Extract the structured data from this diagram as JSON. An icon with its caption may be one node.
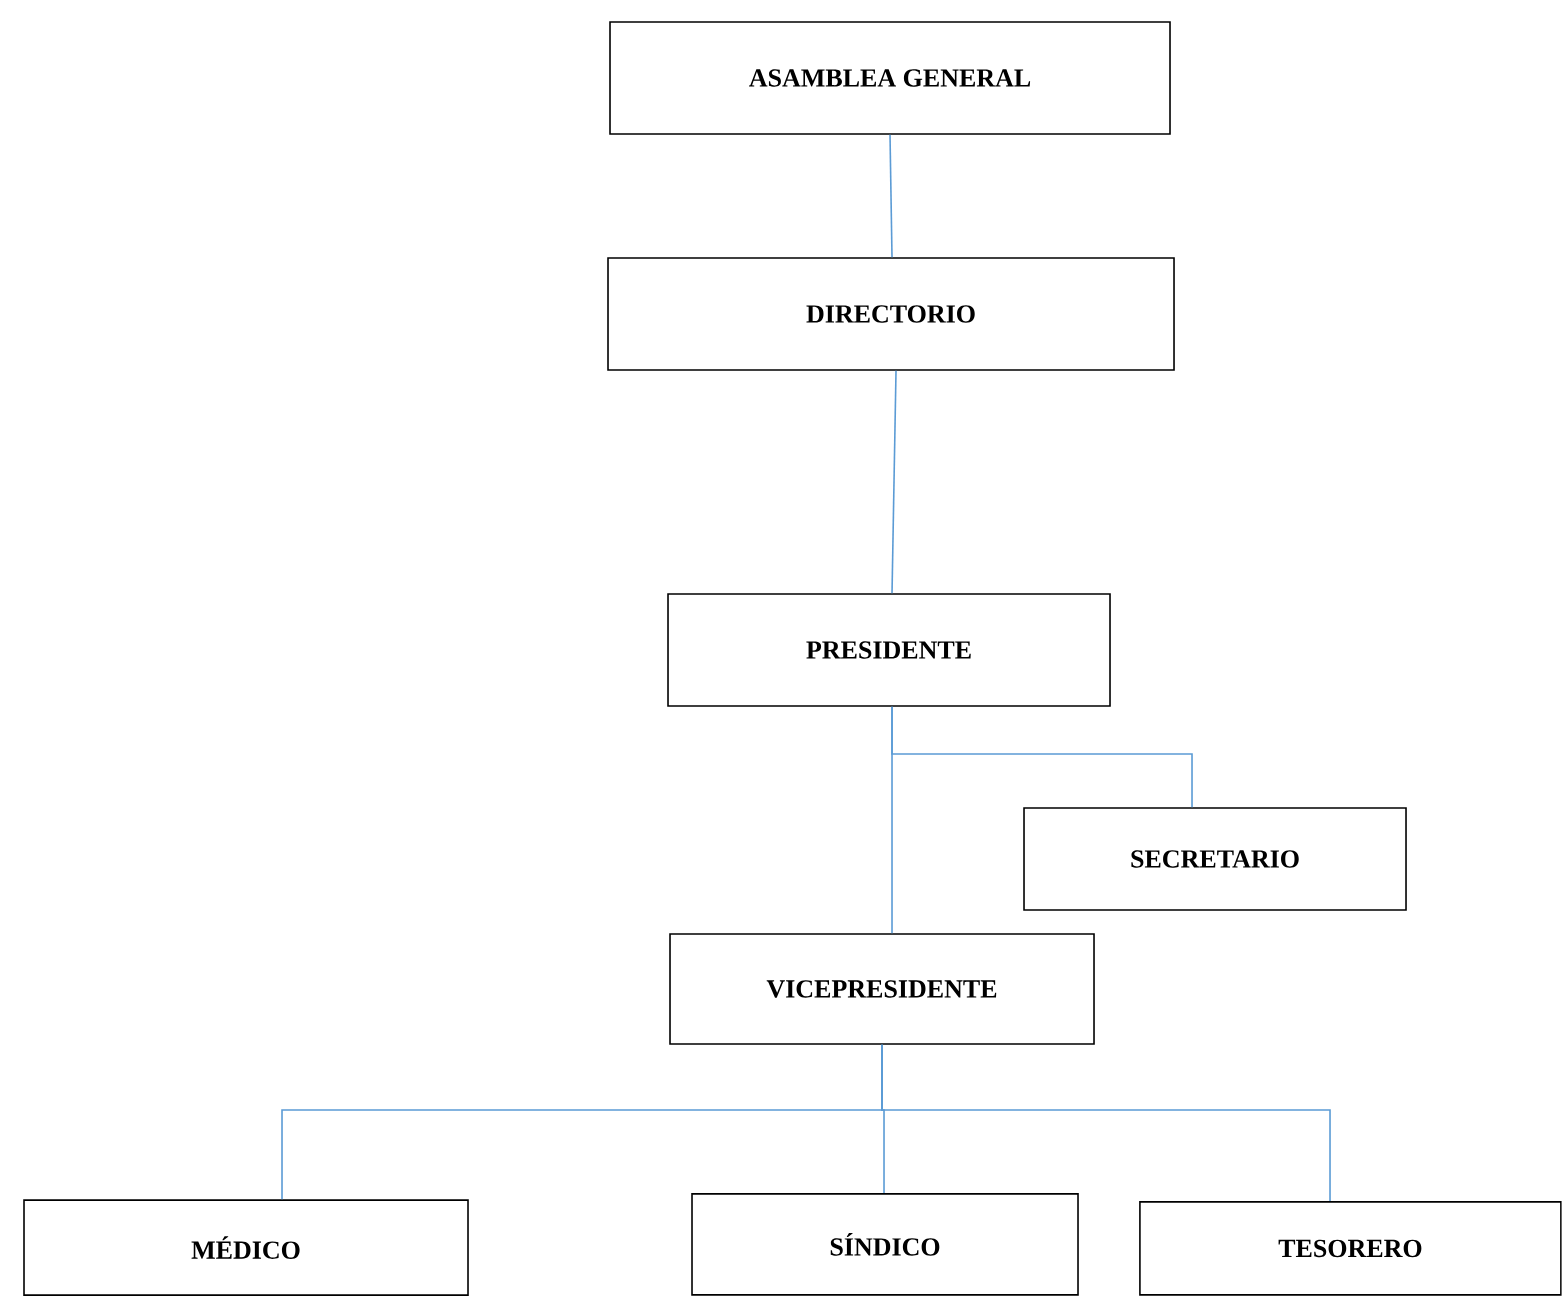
{
  "diagram": {
    "nodes": [
      {
        "text": [
          "ASAMBLEA GENERAL"
        ]
      },
      {
        "text": [
          "DIRECTORIO"
        ]
      },
      {
        "text": [
          "PRESIDENTE"
        ]
      },
      {
        "text": [
          "SECRETARIO"
        ]
      },
      {
        "text": [
          "VICEPRESIDENTE"
        ]
      },
      {
        "text": [
          "MÉDICO"
        ]
      },
      {
        "text": [
          "SÍNDICO"
        ]
      },
      {
        "text": [
          "TESORERO"
        ]
      }
    ],
    "edges": [
      {
        "from": 0,
        "to": 1,
        "arrow": "none"
      },
      {
        "from": 1,
        "to": 2,
        "arrow": "none"
      },
      {
        "from": 2,
        "to": 3,
        "arrow": "none"
      },
      {
        "from": 2,
        "to": 4,
        "arrow": "none"
      },
      {
        "from": 4,
        "to": 5,
        "arrow": "none"
      },
      {
        "from": 4,
        "to": 6,
        "arrow": "none"
      },
      {
        "from": 4,
        "to": 7,
        "arrow": "none"
      }
    ]
  }
}
